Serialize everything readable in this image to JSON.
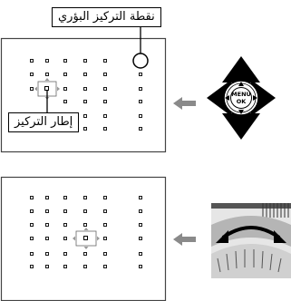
{
  "callouts": {
    "focus_point": "نقطة التركيز البؤري",
    "focus_frame": "إطار التركيز"
  },
  "controls": {
    "top": {
      "name": "selector",
      "center_label_line1": "MENU",
      "center_label_line2": "OK"
    },
    "bottom": {
      "name": "command-dial"
    }
  },
  "colors": {
    "ink": "#000000",
    "arrow_gray": "#8a8a8a",
    "frame_border": "#444444",
    "dial_light": "#e6e6e6",
    "dial_mid": "#b5b5b5"
  }
}
